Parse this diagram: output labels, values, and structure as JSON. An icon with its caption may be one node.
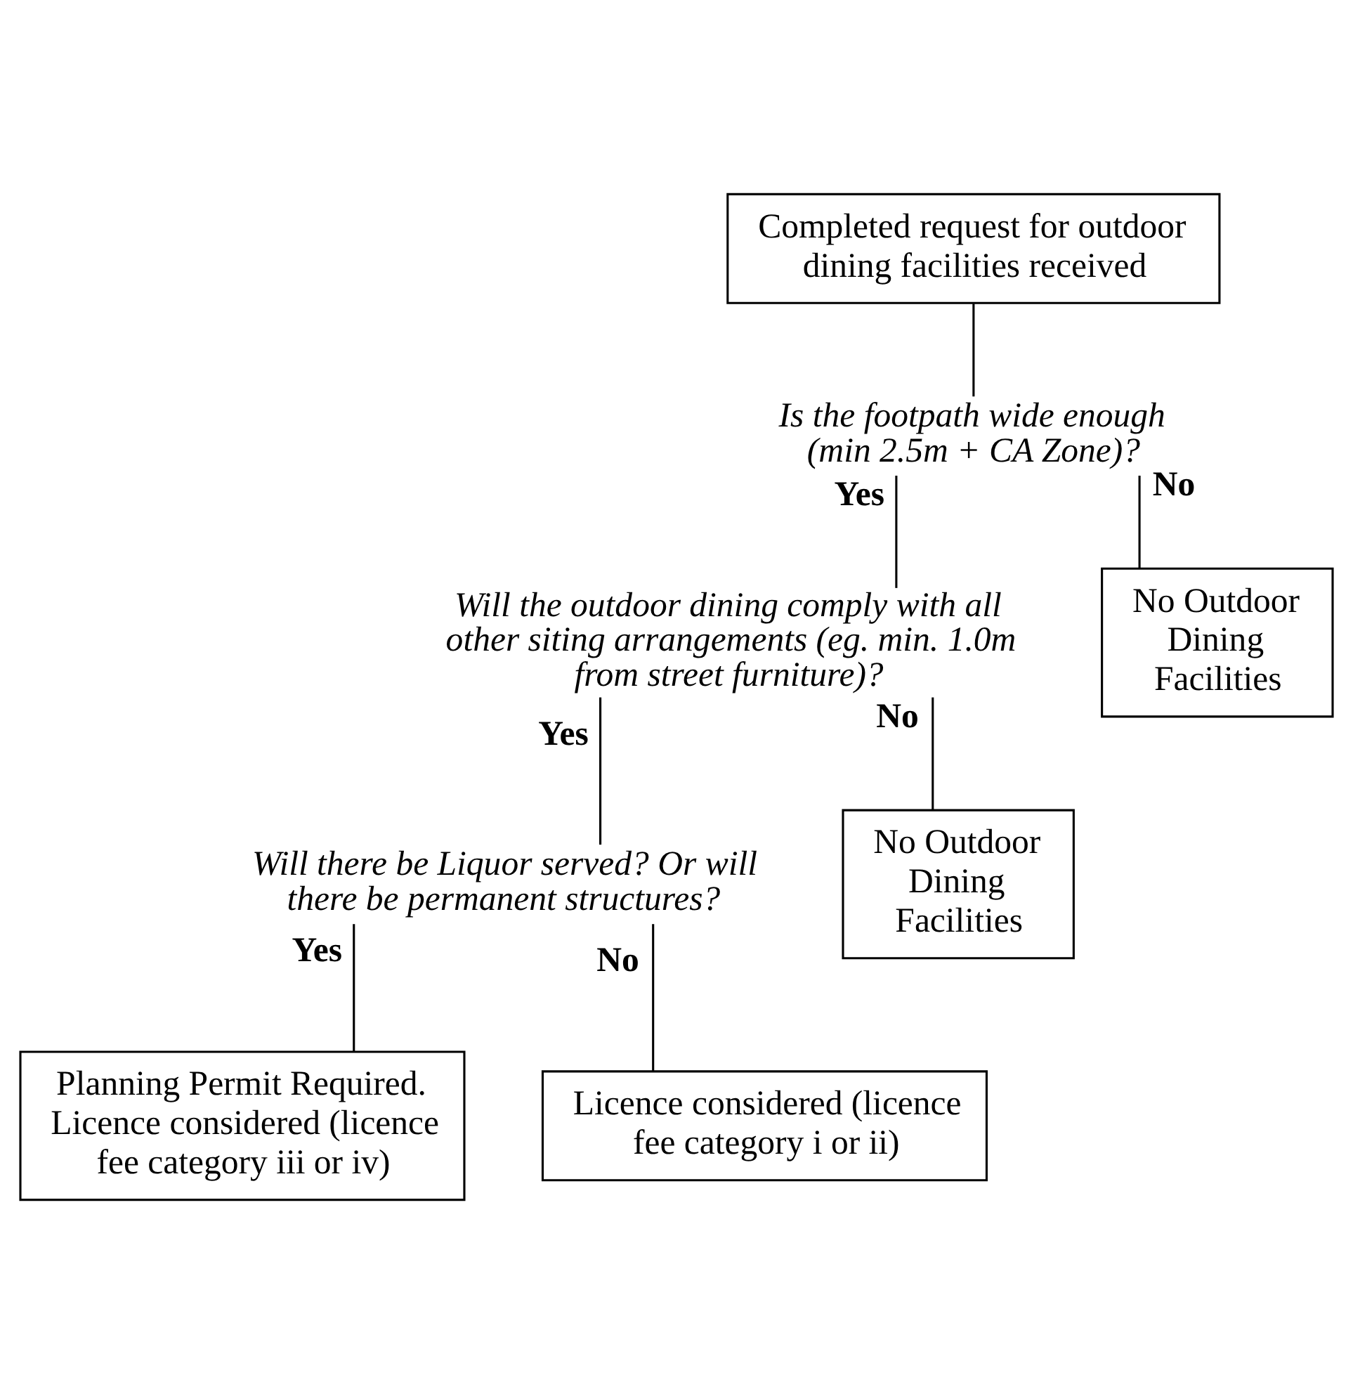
{
  "diagram": {
    "nodes": [
      {
        "text": [
          "Completed request for outdoor dining facilities received"
        ]
      },
      {
        "text": [
          "Is the footpath wide enough (min 2.5m + CA Zone)?"
        ]
      },
      {
        "text": [
          "Will the outdoor dining comply with all other siting arrangements (eg. min. 1.0m from street furniture)?"
        ]
      },
      {
        "text": [
          "No Outdoor Dining Facilities"
        ]
      },
      {
        "text": [
          "Will there be Liquor served? Or will there be permanent structures?"
        ]
      },
      {
        "text": [
          "No Outdoor Dining Facilities"
        ]
      },
      {
        "text": [
          "Planning Permit Required. Licence considered (licence fee category iii or iv)"
        ]
      },
      {
        "text": [
          "Licence considered (licence fee category i or ii)"
        ]
      }
    ],
    "edges": [
      {
        "from": 0,
        "to": 1,
        "arrow": "none"
      },
      {
        "from": 1,
        "to": 2,
        "arrow": "none",
        "label": "Yes"
      },
      {
        "from": 1,
        "to": 3,
        "arrow": "none",
        "label": "No"
      },
      {
        "from": 2,
        "to": 4,
        "arrow": "none",
        "label": "Yes"
      },
      {
        "from": 2,
        "to": 5,
        "arrow": "none",
        "label": "No"
      },
      {
        "from": 4,
        "to": 6,
        "arrow": "none",
        "label": "Yes"
      },
      {
        "from": 4,
        "to": 7,
        "arrow": "none",
        "label": "No"
      }
    ]
  }
}
